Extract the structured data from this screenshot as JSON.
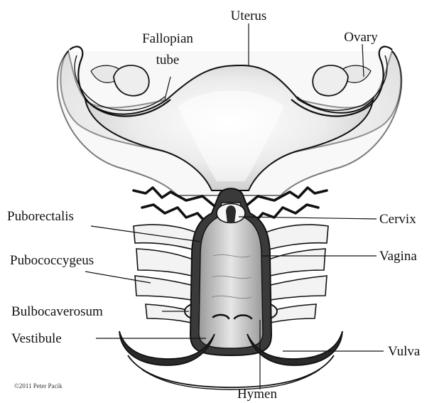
{
  "labels": {
    "uterus": "Uterus",
    "fallopian_tube_line1": "Fallopian",
    "fallopian_tube_line2": "tube",
    "ovary": "Ovary",
    "puborectalis": "Puborectalis",
    "cervix": "Cervix",
    "pubococcygeus": "Pubococcygeus",
    "vagina": "Vagina",
    "bulbocaverosum": "Bulbocaverosum",
    "vestibule": "Vestibule",
    "vulva": "Vulva",
    "hymen": "Hymen"
  },
  "credit": "©2011 Peter Pacik",
  "colors": {
    "ink": "#111111",
    "tissue_light": "#ececec",
    "tissue_mid": "#cfcfcf",
    "canal_dark": "#3a3a3a",
    "vaginal_wall": "#bdbdbd"
  }
}
